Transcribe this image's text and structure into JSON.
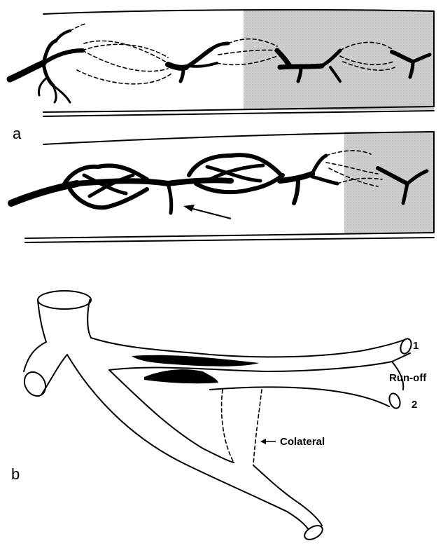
{
  "panels": {
    "a": {
      "label": "a"
    },
    "b": {
      "label": "b",
      "annotations": {
        "run_off": "Run-off",
        "branch_1": "1",
        "branch_2": "2",
        "collateral": "Colateral"
      }
    }
  },
  "colors": {
    "ink": "#000000",
    "ischemic_zone": "#c9c9c9",
    "background": "#ffffff"
  }
}
